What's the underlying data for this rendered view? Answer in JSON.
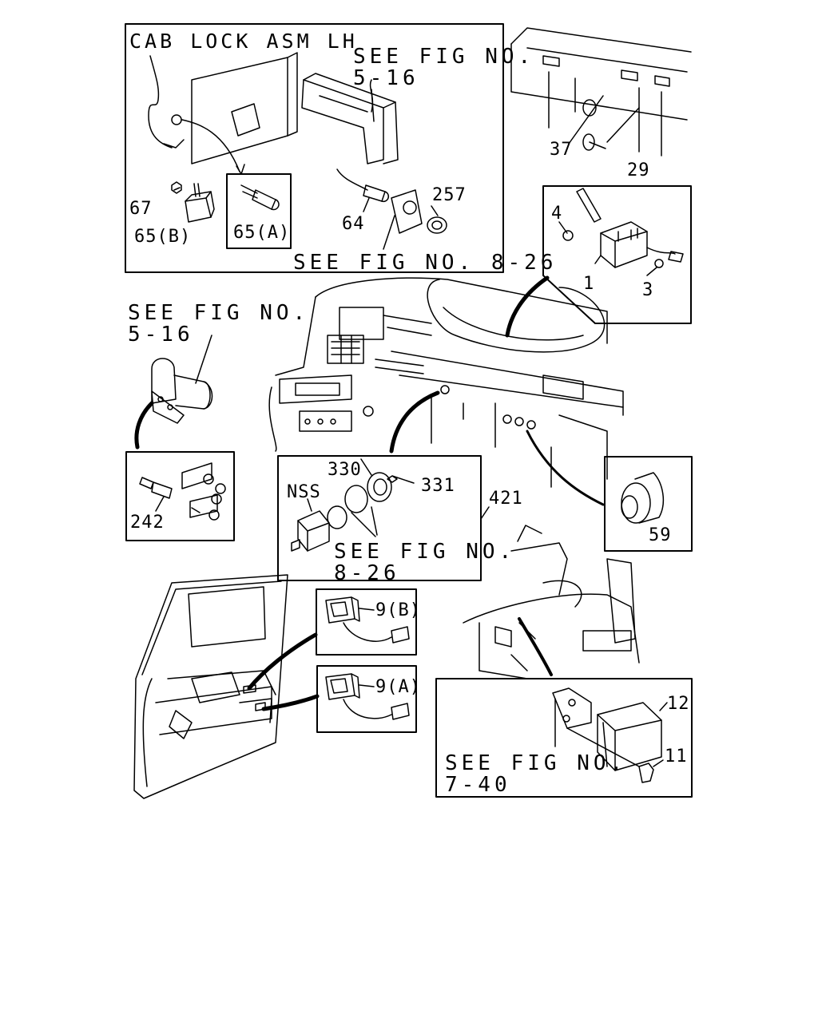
{
  "labels": {
    "cab_lock": "CAB LOCK ASM LH",
    "see_fig_5_16_top": "SEE FIG NO.\n5-16",
    "see_fig_8_26_top": "SEE FIG NO. 8-26",
    "see_fig_5_16_left": "SEE FIG NO.\n5-16",
    "see_fig_8_26_mid": "SEE FIG NO.\n8-26",
    "see_fig_7_40": "SEE FIG NO.\n7-40",
    "p1": "1",
    "p3": "3",
    "p4": "4",
    "p9a": "9(A)",
    "p9b": "9(B)",
    "p11": "11",
    "p12": "12",
    "p29": "29",
    "p37": "37",
    "p59": "59",
    "p64": "64",
    "p65a": "65(A)",
    "p65b": "65(B)",
    "p67": "67",
    "p242": "242",
    "p257": "257",
    "p330": "330",
    "p331": "331",
    "p421": "421",
    "nss": "NSS"
  },
  "icons": [
    "cab-lock-cable",
    "toggle-switch",
    "connector-plug",
    "combination-switch",
    "dashboard",
    "socket-connector",
    "gear-motor",
    "relay",
    "power-window-switch",
    "door-panel",
    "control-unit",
    "bolt"
  ]
}
